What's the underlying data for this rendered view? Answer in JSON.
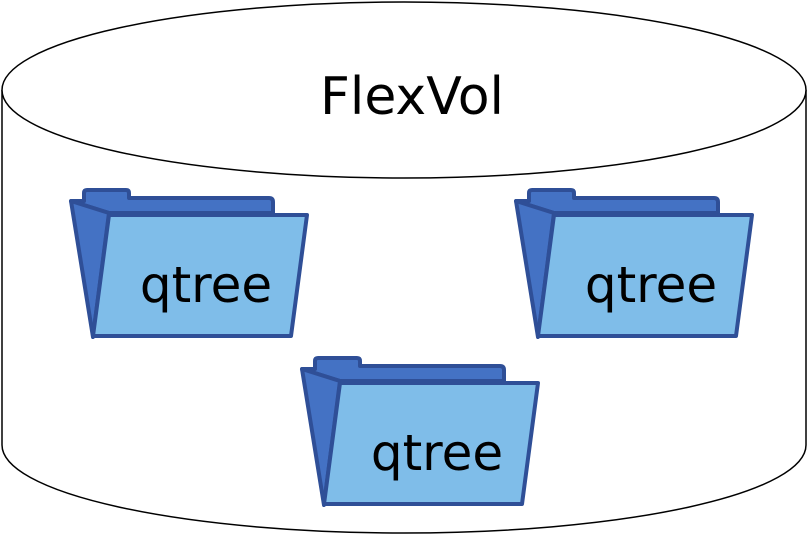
{
  "diagram": {
    "container": {
      "label": "FlexVol",
      "shape": "cylinder",
      "stroke_color": "#000000",
      "fill_color": "#ffffff"
    },
    "folders": [
      {
        "label": "qtree"
      },
      {
        "label": "qtree"
      },
      {
        "label": "qtree"
      }
    ],
    "colors": {
      "folder_back": "#4472c4",
      "folder_front": "#7fbde9",
      "folder_outline": "#2f4f97"
    }
  }
}
